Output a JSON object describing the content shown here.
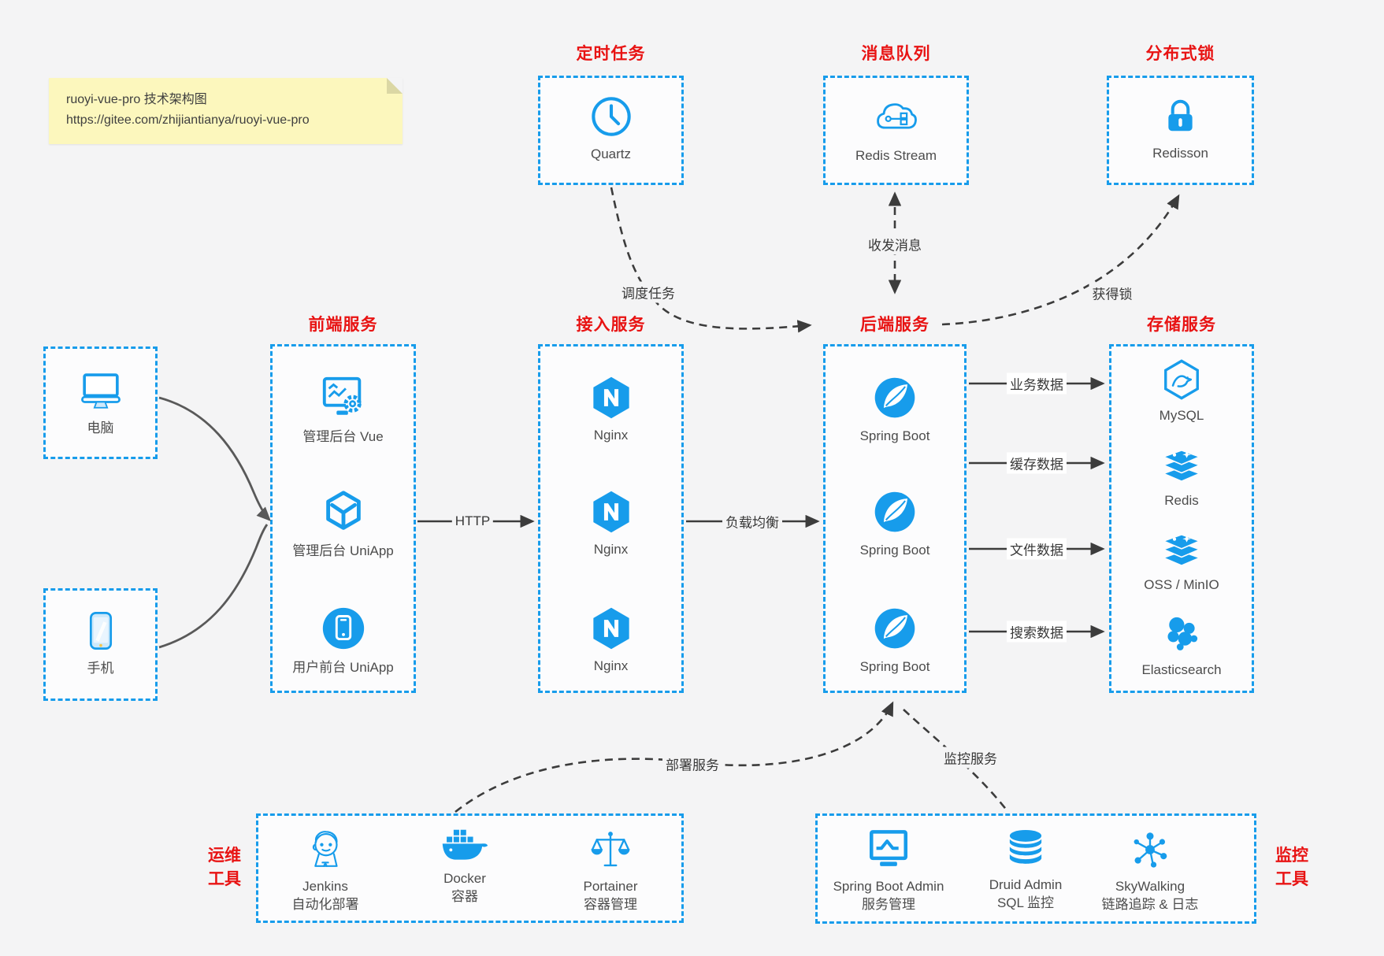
{
  "note": {
    "line1": "ruoyi-vue-pro 技术架构图",
    "line2": "https://gitee.com/zhijiantianya/ruoyi-vue-pro"
  },
  "top": {
    "quartz": {
      "title": "定时任务",
      "label": "Quartz"
    },
    "mq": {
      "title": "消息队列",
      "label": "Redis Stream"
    },
    "lock": {
      "title": "分布式锁",
      "label": "Redisson"
    }
  },
  "devices": {
    "computer": "电脑",
    "phone": "手机"
  },
  "frontend": {
    "title": "前端服务",
    "items": [
      "管理后台 Vue",
      "管理后台 UniApp",
      "用户前台 UniApp"
    ]
  },
  "gateway": {
    "title": "接入服务",
    "items": [
      "Nginx",
      "Nginx",
      "Nginx"
    ]
  },
  "backend": {
    "title": "后端服务",
    "items": [
      "Spring Boot",
      "Spring Boot",
      "Spring Boot"
    ]
  },
  "storage": {
    "title": "存储服务",
    "items": [
      "MySQL",
      "Redis",
      "OSS / MinIO",
      "Elasticsearch"
    ]
  },
  "ops": {
    "title": [
      "运维",
      "工具"
    ],
    "items": [
      {
        "name": "Jenkins",
        "desc": "自动化部署"
      },
      {
        "name": "Docker",
        "desc": "容器"
      },
      {
        "name": "Portainer",
        "desc": "容器管理"
      }
    ]
  },
  "monitor": {
    "title": [
      "监控",
      "工具"
    ],
    "items": [
      {
        "name": "Spring Boot Admin",
        "desc": "服务管理"
      },
      {
        "name": "Druid Admin",
        "desc": "SQL 监控"
      },
      {
        "name": "SkyWalking",
        "desc": "链路追踪 & 日志"
      }
    ]
  },
  "edges": {
    "http": "HTTP",
    "load_balance": "负载均衡",
    "schedule": "调度任务",
    "message": "收发消息",
    "acquire_lock": "获得锁",
    "biz_data": "业务数据",
    "cache_data": "缓存数据",
    "file_data": "文件数据",
    "search_data": "搜索数据",
    "deploy": "部署服务",
    "monitoring": "监控服务"
  },
  "colors": {
    "accent_blue": "#179ceb",
    "title_red": "#e81313",
    "arrow_dark": "#3c3c3c",
    "canvas_bg": "#f4f4f5",
    "note_bg": "#fcf7bd"
  }
}
